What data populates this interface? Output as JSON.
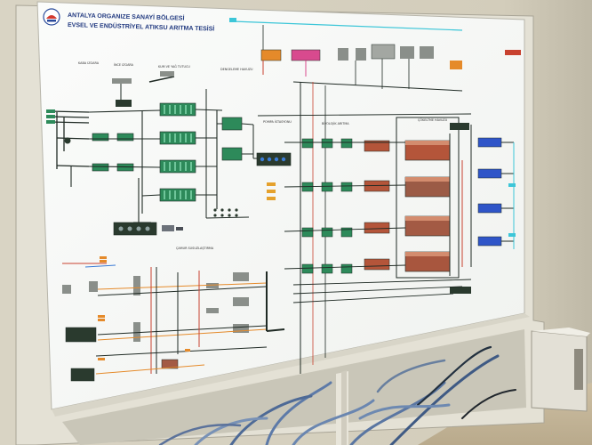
{
  "photo": {
    "subject": "Wall-mounted treatment plant mimic panel",
    "header": {
      "line1": "ANTALYA ORGANIZE SANAYİ BÖLGESİ",
      "line2": "EVSEL VE ENDÜSTRİYEL ATIKSU ARITMA TESİSİ"
    },
    "section_labels": {
      "kaba_izgara": "KABA IZGARA",
      "ince_izgara": "İNCE IZGARA",
      "kum_yag": "KUM VE YAĞ TUTUCU",
      "dengeleme": "DENGELEME HAVUZU",
      "pompa": "POMPA İSTASYONU",
      "biyolojik": "BİYOLOJİK ARITMA",
      "cokeltme": "ÇÖKELTME HAVUZU",
      "camur": "ÇAMUR SUSUZLAŞTIRMA"
    },
    "colors": {
      "wall": "#d8d2c2",
      "panel_frame": "#e6e3d7",
      "panel_board": "#f7f8f6",
      "pipe_dark": "#1f2a24",
      "pipe_red": "#c8412f",
      "pipe_blue": "#3a7bd5",
      "pipe_cyan": "#3cc6d8",
      "pipe_pink": "#d84a8e",
      "pipe_orange": "#e58a2a",
      "tank_green": "#2d8a5a",
      "tank_dark": "#2a3a2e",
      "tank_rust": "#b4553a",
      "tank_blue": "#2f55c8",
      "cabinet": "#e8e4d8",
      "floor": "#c4b79b"
    }
  }
}
